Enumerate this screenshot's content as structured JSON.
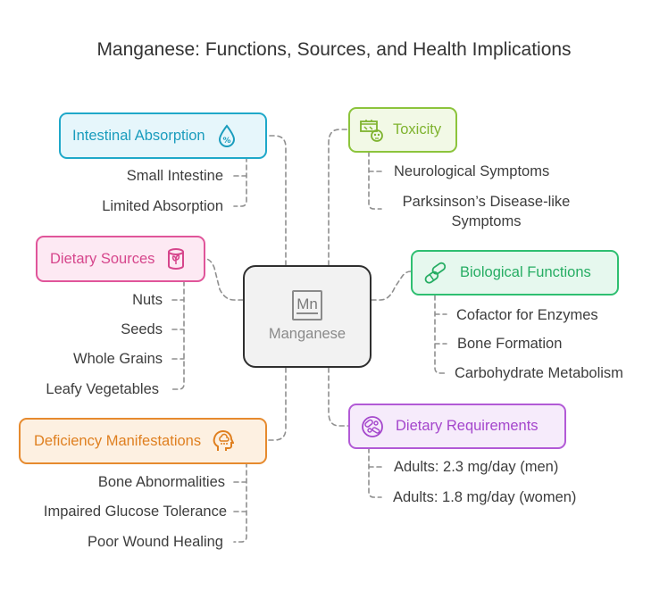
{
  "title": "Manganese: Functions, Sources, and Health Implications",
  "center": {
    "label": "Manganese",
    "icon": "manganese-element-icon",
    "symbol": "Mn"
  },
  "branches": {
    "intestinal_absorption": {
      "label": "Intestinal Absorption",
      "icon": "droplet-percent-icon",
      "color": "#1fa8c9",
      "fill": "#e6f6fb",
      "items": [
        "Small Intestine",
        "Limited Absorption"
      ]
    },
    "dietary_sources": {
      "label": "Dietary Sources",
      "icon": "food-can-icon",
      "color": "#e0559a",
      "fill": "#fde9f3",
      "items": [
        "Nuts",
        "Seeds",
        "Whole Grains",
        "Leafy Vegetables"
      ]
    },
    "deficiency_manifestations": {
      "label": "Deficiency Manifestations",
      "icon": "head-rain-cloud-icon",
      "color": "#e68a2e",
      "fill": "#fdf0e1",
      "items": [
        "Bone Abnormalities",
        "Impaired Glucose Tolerance",
        "Poor Wound Healing"
      ]
    },
    "toxicity": {
      "label": "Toxicity",
      "icon": "poison-skull-icon",
      "color": "#8cc43c",
      "fill": "#f2f9e6",
      "items": [
        "Neurological Symptoms",
        "Parksinson’s Disease-like Symptoms"
      ]
    },
    "biological_functions": {
      "label": "Biological Functions",
      "icon": "pills-icon",
      "color": "#2fbf71",
      "fill": "#e6f8ee",
      "items": [
        "Cofactor for Enzymes",
        "Bone Formation",
        "Carbohydrate Metabolism"
      ]
    },
    "dietary_requirements": {
      "label": "Dietary Requirements",
      "icon": "vitamins-plate-icon",
      "color": "#b25ad6",
      "fill": "#f6ebfb",
      "items": [
        "Adults: 2.3 mg/day (men)",
        "Adults: 1.8 mg/day (women)"
      ]
    }
  }
}
